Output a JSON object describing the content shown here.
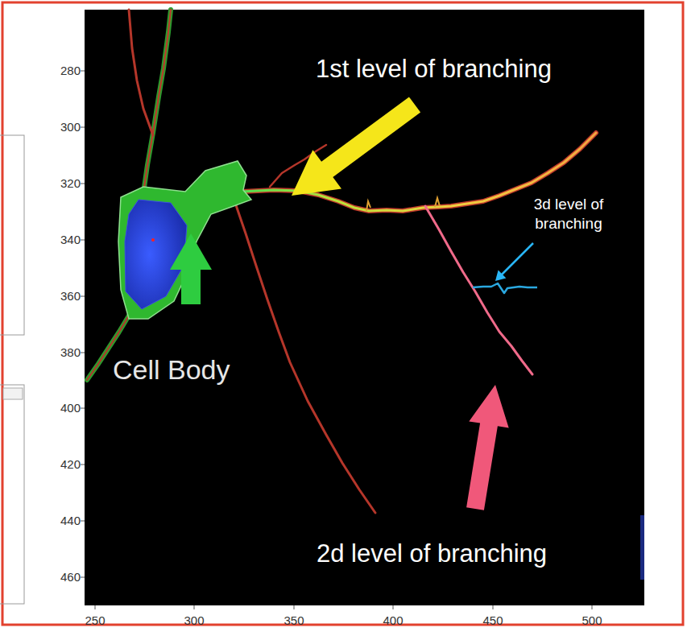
{
  "diagram": {
    "labels": [
      "280",
      "1st level of branching",
      "300",
      "320",
      "3d level of branching",
      "340",
      "360",
      "380",
      "Cell Body",
      "400",
      "420",
      "440",
      "460",
      "2d level of branching",
      "250",
      "300",
      "350",
      "400",
      "450",
      "500"
    ]
  }
}
